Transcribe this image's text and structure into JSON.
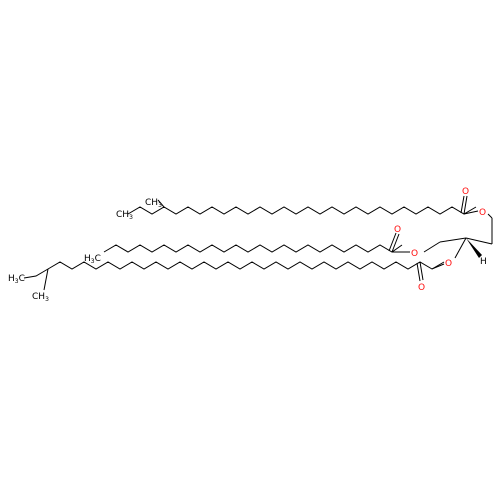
{
  "molecule": {
    "bond_color": "#000000",
    "oxygen_color": "#ff0d0d",
    "labels": {
      "top_ch3_c": "CH",
      "top_ch3_sub": "3",
      "top_methyl_c": "CH",
      "top_methyl_sub": "3",
      "mid_ch3_c": "H",
      "mid_ch3_sub": "3",
      "mid_ch3_tail": "C",
      "bot_ch3_c": "H",
      "bot_ch3_sub": "3",
      "bot_ch3_tail": "C",
      "bot_methyl_c": "CH",
      "bot_methyl_sub": "3",
      "stereo_h": "H",
      "o_top_carbonyl": "O",
      "o_top_ester": "O",
      "o_mid_carbonyl": "O",
      "o_mid_ester": "O",
      "o_bot_carbonyl": "O",
      "o_bot_ester": "O"
    }
  }
}
